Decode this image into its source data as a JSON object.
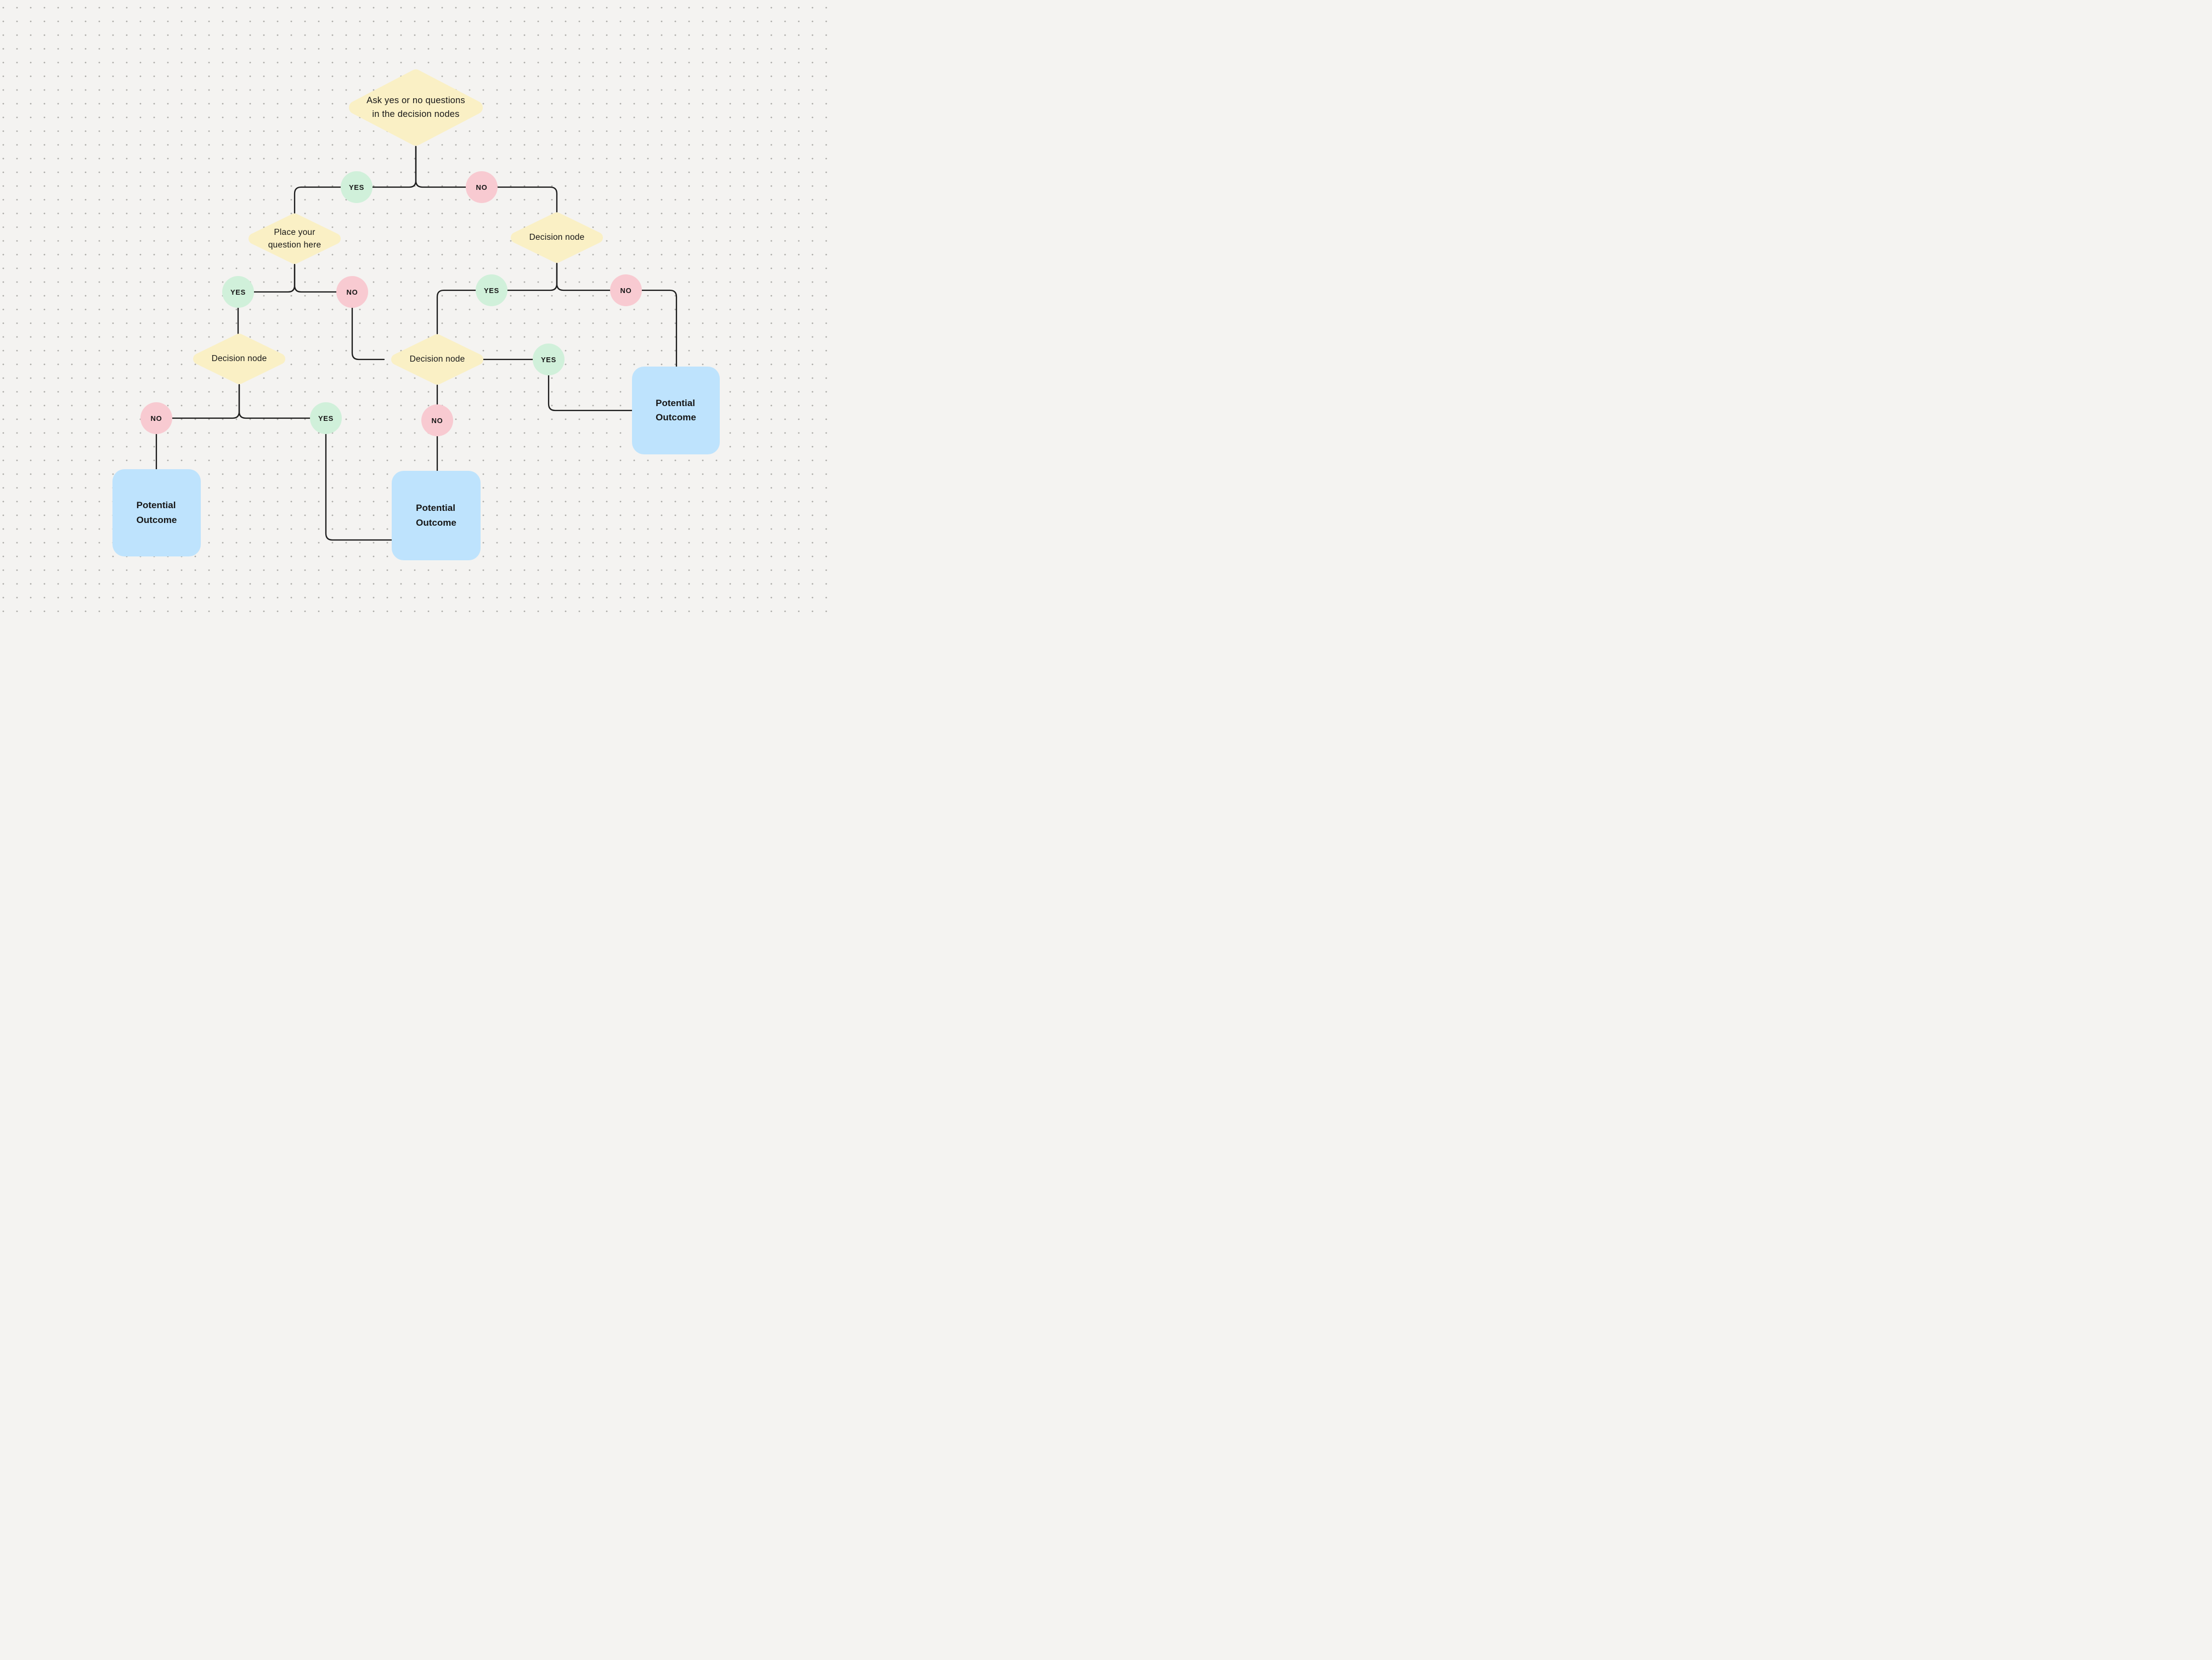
{
  "canvas": {
    "background": "#F4F3F1",
    "dot_color": "#ACABA8"
  },
  "palette": {
    "decision_fill": "#FAF0C5",
    "yes_fill": "#D0F0DA",
    "no_fill": "#F8CAD1",
    "outcome_fill": "#BEE3FD",
    "connector": "#1C1C1C",
    "text": "#161616"
  },
  "nodes": {
    "root": {
      "label": "Ask yes or no questions\nin the decision nodes"
    },
    "question_left": {
      "label": "Place your\nquestion here"
    },
    "decision_right": {
      "label": "Decision node"
    },
    "decision_left": {
      "label": "Decision node"
    },
    "decision_middle": {
      "label": "Decision node"
    },
    "outcome_left": {
      "label": "Potential\nOutcome"
    },
    "outcome_middle": {
      "label": "Potential\nOutcome"
    },
    "outcome_right": {
      "label": "Potential\nOutcome"
    }
  },
  "branch_labels": {
    "yes": "YES",
    "no": "NO"
  }
}
